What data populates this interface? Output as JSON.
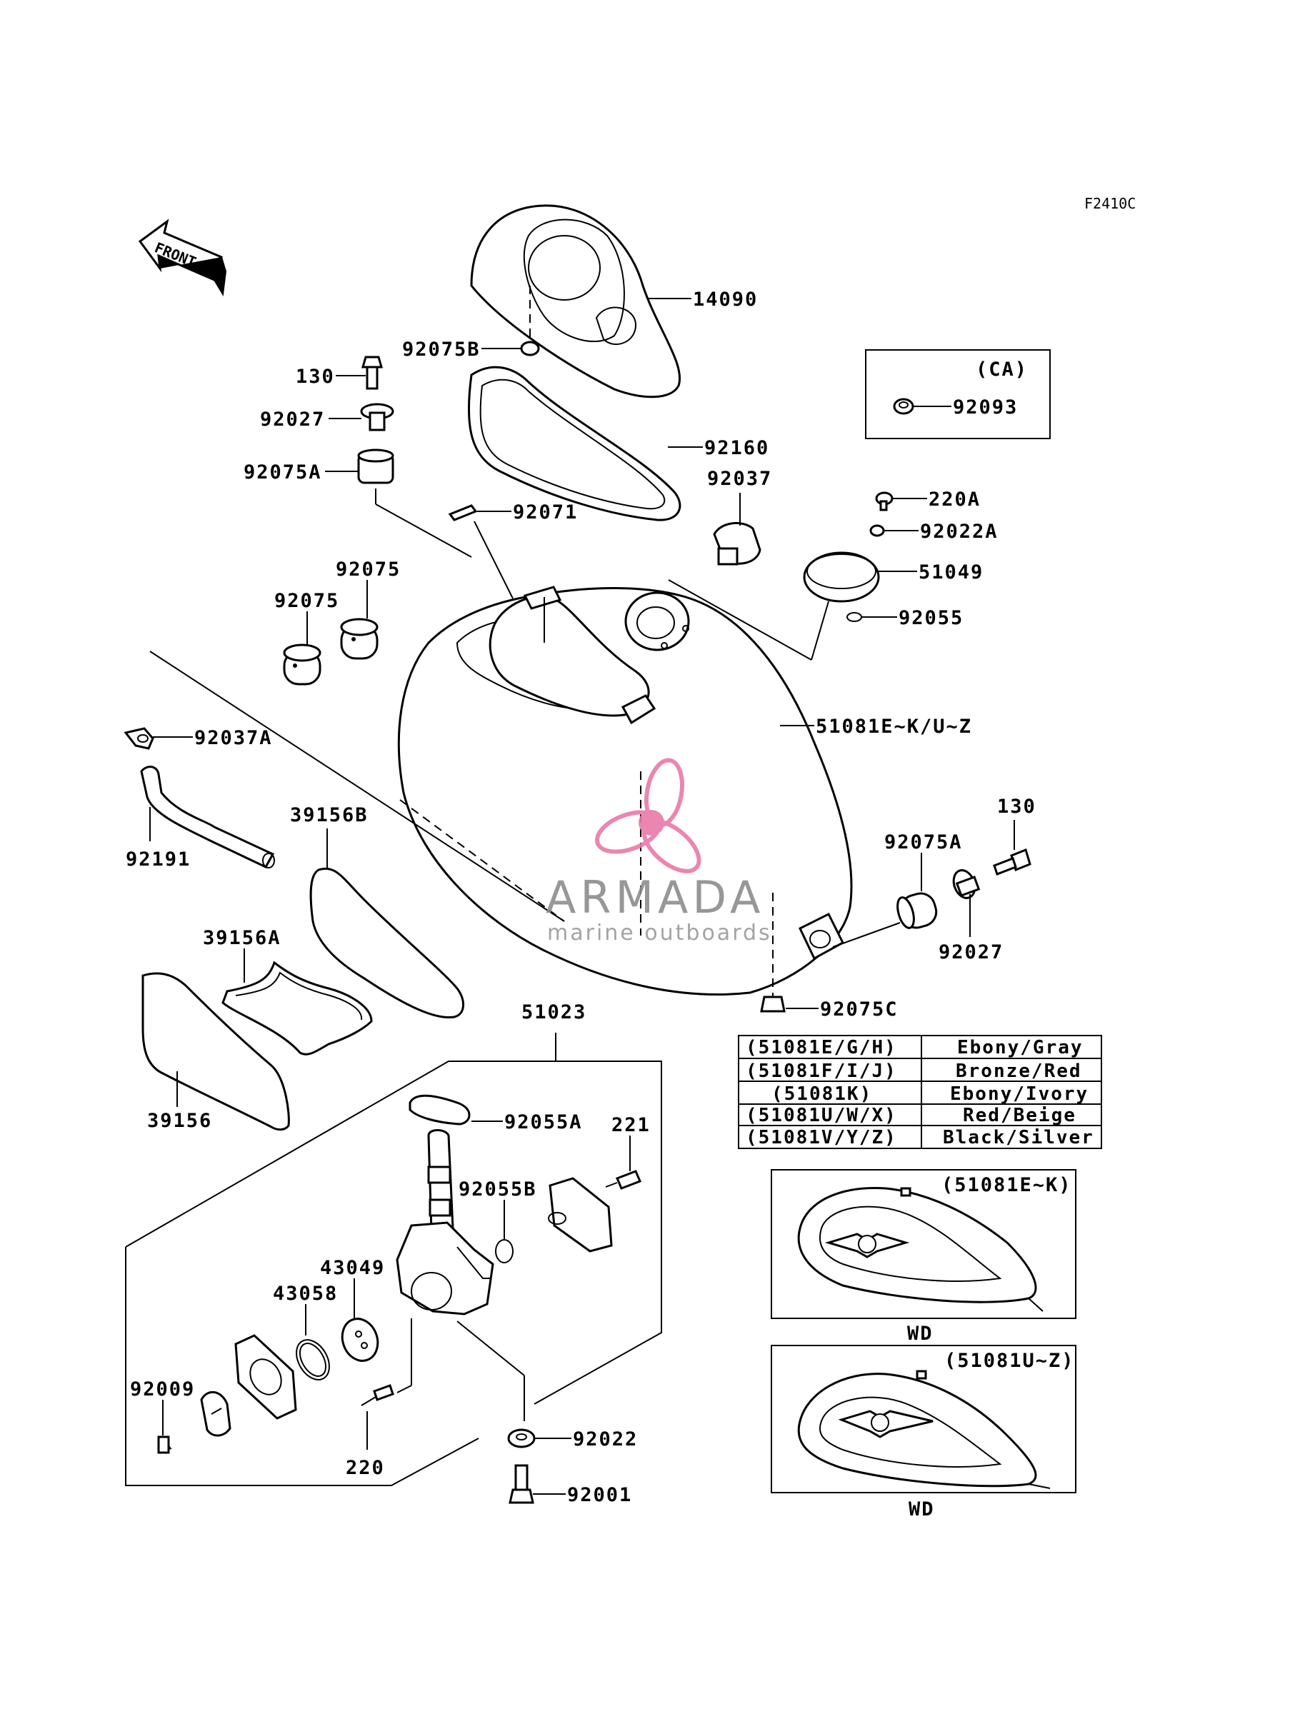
{
  "diagram_code": "F2410C",
  "front_label": "FRONT",
  "ca_box_label": "(CA)",
  "parts": {
    "p14090": "14090",
    "p92075B": "92075B",
    "p130_top": "130",
    "p92027_top": "92027",
    "p92075A_top": "92075A",
    "p92160": "92160",
    "p92093": "92093",
    "p92037": "92037",
    "p220A": "220A",
    "p92022A": "92022A",
    "p92071": "92071",
    "p51049": "51049",
    "p92075_a": "92075",
    "p92075_b": "92075",
    "p92055": "92055",
    "p92037A": "92037A",
    "p51081": "51081E~K/U~Z",
    "p130_right": "130",
    "p92075A_right": "92075A",
    "p39156B": "39156B",
    "p92191": "92191",
    "p92027_right": "92027",
    "p39156A": "39156A",
    "p92075C": "92075C",
    "p51023": "51023",
    "p39156": "39156",
    "p92055A": "92055A",
    "p221": "221",
    "p92055B": "92055B",
    "p43049": "43049",
    "p43058": "43058",
    "p92009": "92009",
    "p220": "220",
    "p92022": "92022",
    "p92001": "92001"
  },
  "color_table": [
    {
      "code": "(51081E/G/H)",
      "color": "Ebony/Gray"
    },
    {
      "code": "(51081F/I/J)",
      "color": "Bronze/Red"
    },
    {
      "code": "(51081K)",
      "color": "Ebony/Ivory"
    },
    {
      "code": "(51081U/W/X)",
      "color": "Red/Beige"
    },
    {
      "code": "(51081V/Y/Z)",
      "color": "Black/Silver"
    }
  ],
  "inset1": {
    "caption": "(51081E~K)",
    "footer": "WD"
  },
  "inset2": {
    "caption": "(51081U~Z)",
    "footer": "WD"
  },
  "watermark": {
    "brand": "ARMADA",
    "tagline": "marine outboards",
    "accent": "#e87aa8"
  }
}
